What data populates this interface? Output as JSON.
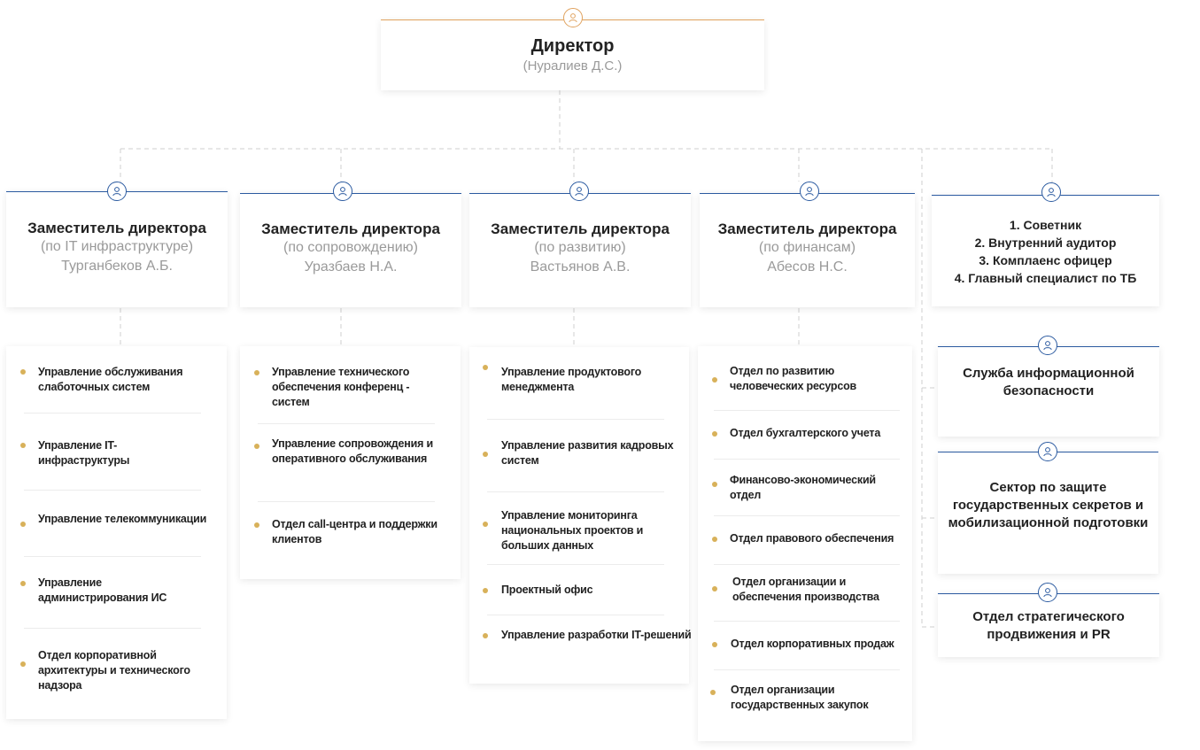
{
  "director": {
    "title": "Директор",
    "name": "(Нуралиев Д.С.)"
  },
  "deputies": [
    {
      "title": "Заместитель директора",
      "area": "(по IT инфраструктуре)",
      "name": "Турганбеков А.Б.",
      "items": [
        "Управление обслуживания слаботочных систем",
        "Управление IT-инфраструктуры",
        "Управление телекоммуникации",
        "Управление администрирования ИС",
        "Отдел корпоративной архитектуры и технического надзора"
      ]
    },
    {
      "title": "Заместитель директора",
      "area": "(по сопровождению)",
      "name": "Уразбаев Н.А.",
      "items": [
        "Управление технического обеспечения конференц - систем",
        "Управление сопровождения и оперативного обслуживания",
        "Отдел call-центра и поддержки клиентов"
      ]
    },
    {
      "title": "Заместитель директора",
      "area": "(по развитию)",
      "name": "Вастьянов А.В.",
      "items": [
        "Управление продуктового менеджмента",
        "Управление развития кадровых систем",
        "Управление мониторинга национальных проектов и больших данных",
        "Проектный офис",
        "Управление разработки IT-решений"
      ]
    },
    {
      "title": "Заместитель директора",
      "area": "(по финансам)",
      "name": "Абесов Н.С.",
      "items": [
        "Отдел по развитию человеческих ресурсов",
        "Отдел бухгалтерского учета",
        "Финансово-экономический отдел",
        "Отдел правового обеспечения",
        "Отдел организации и обеспечения производства",
        "Отдел корпоративных продаж",
        "Отдел организации государственных закупок"
      ]
    }
  ],
  "advisors": [
    "1. Советник",
    "2. Внутренний аудитор",
    "3. Комплаенс офицер",
    "4. Главный специалист по ТБ"
  ],
  "side_units": [
    "Служба информационной безопасности",
    "Сектор по защите государственных секретов и мобилизационной подготовки",
    "Отдел стратегического продвижения и PR"
  ],
  "colors": {
    "accent_blue": "#2b5aa0",
    "accent_orange": "#e0a25e",
    "bullet": "#d8b15a",
    "connector": "#cfcfcf"
  },
  "icons": {
    "person": "person-icon"
  }
}
